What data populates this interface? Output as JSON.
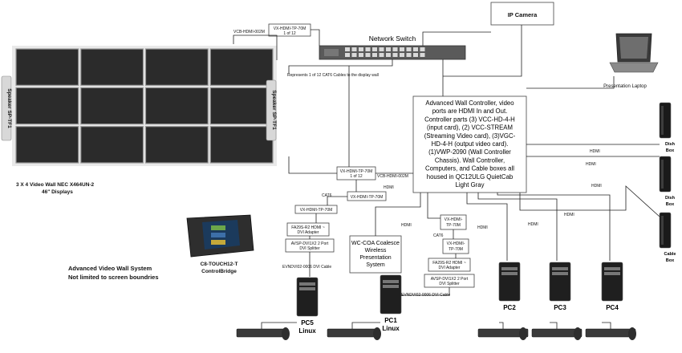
{
  "network_switch": {
    "title": "Network Switch"
  },
  "ip_camera": {
    "label": "IP Camera"
  },
  "laptop": {
    "label": "Presentation Laptop"
  },
  "video_wall": {
    "rows": 3,
    "cols": 4,
    "line1": "3 X 4 Video Wall NEC X464UN-2",
    "line2": "46\" Displays",
    "speaker_left": "Speaker SP-TF1",
    "speaker_right": "Speaker SP-TF1"
  },
  "controller": {
    "lines": [
      "Advanced Wall Controller, video",
      "ports are HDMI In and Out.",
      "Controller parts (3) VCC-HD-4-H",
      "(input card), (2) VCC-STREAM",
      "(Streaming Video card), (3)VGC-",
      "HD-4-H (output video card).",
      "(1)VWP-2090 (Wall Controller",
      "Chassis). Wall Controller,",
      "Computers, and Cable boxes all",
      "housed in QC12ULG QuietCab",
      "Light Gray"
    ]
  },
  "labels": {
    "vcb_top": "VCB-HDMI-002M",
    "tx_top_1": "VX-HDMI-TP-70M",
    "tx_top_2": "1 of 12",
    "represents": "Represents 1 of 12 CAT6 Cables to the display wall",
    "tx_mid_1": "VX-HDMI-TP-70M",
    "tx_mid_2": "1 of 12",
    "vcb_mid": "VCB-HDMI-002M",
    "hdmi_mid": "HDMI",
    "cat6_left": "CAT6",
    "tx_left": "VX-HDMI-TP-70M",
    "rx_left": "VX-HDMI-TP-70M",
    "adapter_left_1": "FA29S-R2 HDMI ~",
    "adapter_left_2": "DVI Adapter",
    "splitter_left_1": "AVSP-DVI1X2 2 Port",
    "splitter_left_2": "DVI Splitter",
    "dvi_cable_left": "EVNDVI02-0006 DVI Cable",
    "tx_right_1": "VX-HDMI-",
    "tx_right_2": "TP-70M",
    "cat6_right": "CAT6",
    "rx_right_1": "VX-HDMI-",
    "rx_right_2": "TP-70M",
    "adapter_right_1": "FA29S-R2 HDMI ~",
    "adapter_right_2": "DVI Adapter",
    "splitter_right_1": "AVSP-DVI1X2 2 Port",
    "splitter_right_2": "DVI Splitter",
    "dvi_cable_right": "EVNDVI02-0006 DVI Cable",
    "hdmi_wireless": "HDMI",
    "hdmi_pc2": "HDMI",
    "hdmi_pc3": "HDMI",
    "hdmi_pc4": "HDMI",
    "hdmi_box1": "HDMI",
    "hdmi_box2": "HDMI",
    "hdmi_box3": "HDMI"
  },
  "wireless": {
    "lines": [
      "WC-COA Coalesce",
      "Wireless",
      "Presentation",
      "System"
    ]
  },
  "touch_panel": {
    "line1": "C8-TOUCH12-T",
    "line2": "ControlBridge"
  },
  "notes": {
    "line1": "Advanced Video Wall System",
    "line2": "Not limited to screen boundries"
  },
  "pcs": [
    {
      "name": "PC5",
      "os": "Linux"
    },
    {
      "name": "PC1",
      "os": "Linux"
    },
    {
      "name": "PC2",
      "os": ""
    },
    {
      "name": "PC3",
      "os": ""
    },
    {
      "name": "PC4",
      "os": ""
    }
  ],
  "dish_boxes": [
    {
      "line1": "Dish",
      "line2": "Box"
    },
    {
      "line1": "Dish",
      "line2": "Box"
    },
    {
      "line1": "Cable",
      "line2": "Box"
    }
  ]
}
